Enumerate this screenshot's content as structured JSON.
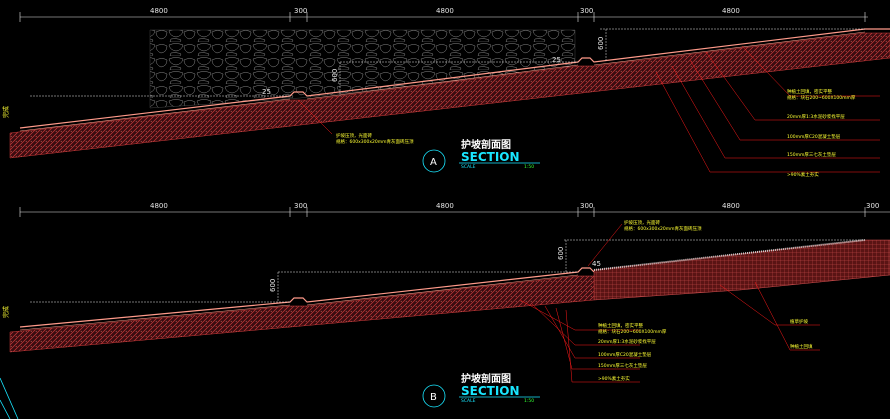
{
  "section_a": {
    "dims_top": [
      "4800",
      "300",
      "4800",
      "300",
      "4800"
    ],
    "rise_dims": [
      "600",
      "600"
    ],
    "left_label": "完成",
    "slope_labels": [
      "25",
      "25"
    ],
    "bottom_note": [
      "护坡压顶，光面砖",
      "规格：600x300x20mm青灰面砖压顶"
    ],
    "callouts": [
      "种植土回填，密实平整",
      "规格：块石200~600X100mm厚",
      "20mm厚1:3水泥砂浆找平层",
      "100mm厚C20混凝土垫层",
      "150mm厚三七灰土垫层",
      ">90%素土夯实"
    ],
    "marker": "A",
    "title_cn": "护坡剖面图",
    "title_en": "SECTION",
    "scale_label": "SCALE",
    "scale_value": "1:50"
  },
  "section_b": {
    "dims_top": [
      "4800",
      "300",
      "4800",
      "300",
      "4800",
      "300"
    ],
    "rise_dims": [
      "600",
      "600"
    ],
    "left_label": "完成",
    "slope_labels": [
      "45"
    ],
    "top_note": [
      "护坡压顶，光面砖",
      "规格：600x300x20mm青灰面砖压顶"
    ],
    "callouts": [
      "种植土回填，密实平整",
      "规格：块石200~600X100mm厚",
      "20mm厚1:3水泥砂浆找平层",
      "100mm厚C20混凝土垫层",
      "150mm厚三七灰土垫层",
      ">90%素土夯实"
    ],
    "right_callouts": [
      "植草护坡",
      "种植土回填"
    ],
    "marker": "B",
    "title_cn": "护坡剖面图",
    "title_en": "SECTION",
    "scale_label": "SCALE",
    "scale_value": "1:50"
  },
  "colors": {
    "background": "#000000",
    "dimension": "#e6e6e6",
    "slab": "#ff9a8a",
    "hatch_fill": "#3a0c10",
    "hatch": "#c83a3a",
    "leader": "#ff1a1a",
    "note": "#ffff33",
    "title_en": "#19e6ff",
    "scale_value": "#33ff33",
    "marker_circle": "#19e6ff",
    "stone": "#9a9a9a"
  }
}
